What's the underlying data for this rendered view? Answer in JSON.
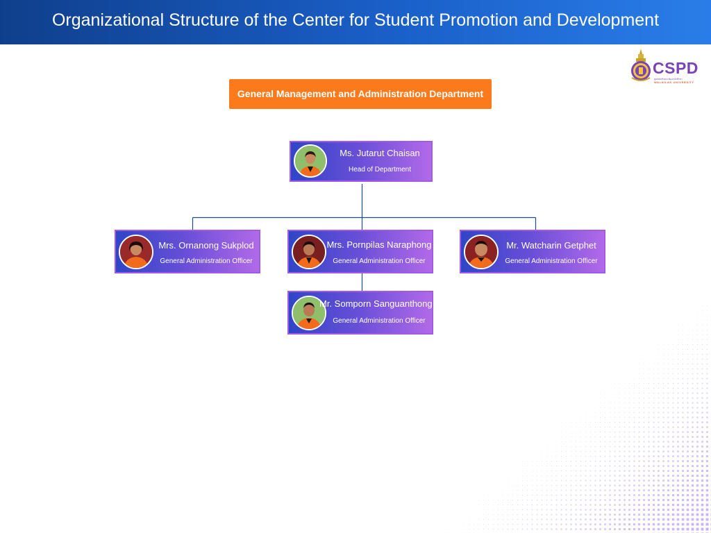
{
  "header": {
    "title": "Organizational Structure of the Center for Student Promotion and Development"
  },
  "logo": {
    "text": "CSPD",
    "subtitle": "ศูนย์ส่งเสริมและพัฒนานักศึกษา",
    "university": "WALAILAK UNIVERSITY"
  },
  "department": {
    "title": "General Management and Administration Department"
  },
  "head": {
    "name": "Ms. Jutarut Chaisan",
    "role": "Head of Department"
  },
  "staff": [
    {
      "name": "Mrs. Ornanong Sukplod",
      "role": "General Administration Officer"
    },
    {
      "name": "Mrs. Pornpilas Naraphong",
      "role": "General Administration Officer"
    },
    {
      "name": "Mr. Watcharin Getphet",
      "role": "General Administration Officer"
    },
    {
      "name": "Mr. Somporn Sanguanthong",
      "role": "General Administration Officer"
    }
  ],
  "colors": {
    "header": "#1a5fc8",
    "department": "#fb7a1b",
    "card_start": "#2f45c7",
    "card_end": "#b16ae8",
    "connector": "#1f4a8a"
  }
}
